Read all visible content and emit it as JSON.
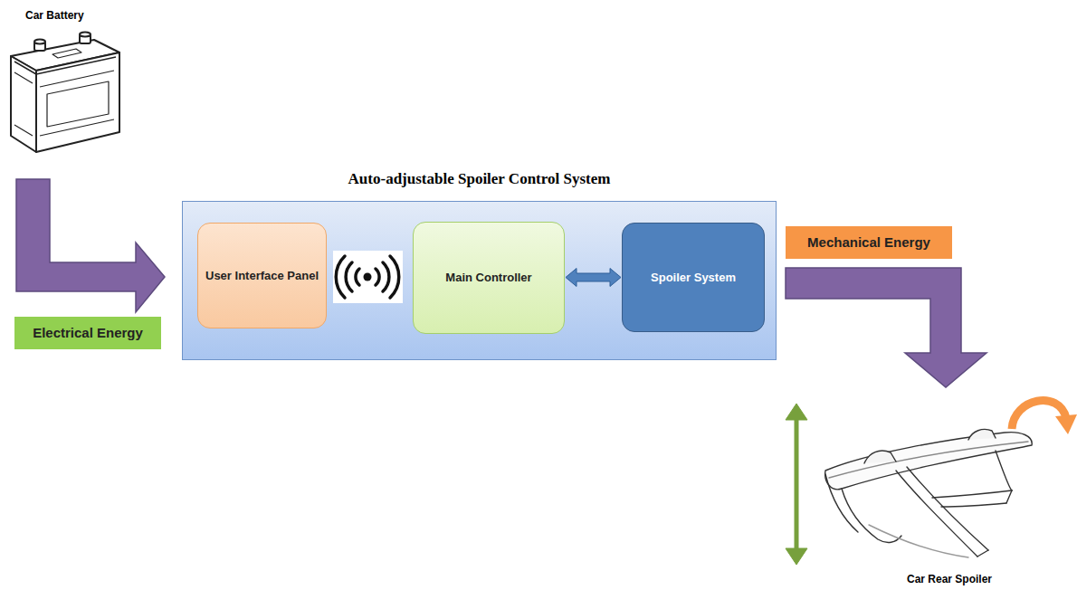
{
  "diagram": {
    "nodes": [
      {
        "text": [
          "Auto-adjustable Spoiler Control System"
        ]
      },
      {
        "text": [
          "User Interface Panel"
        ],
        "in": 0
      },
      {
        "text": [
          "Main Controller"
        ],
        "in": 0
      },
      {
        "text": [
          "Spoiler System"
        ],
        "in": 0
      },
      {
        "text": [
          "Mechanical Energy"
        ]
      },
      {
        "text": [
          "Electrical Energy"
        ]
      }
    ],
    "edges": [
      {
        "from": 2,
        "to": 3,
        "arrow": "both"
      }
    ],
    "labels": [
      "Car Battery",
      "Car Rear Spoiler"
    ]
  }
}
